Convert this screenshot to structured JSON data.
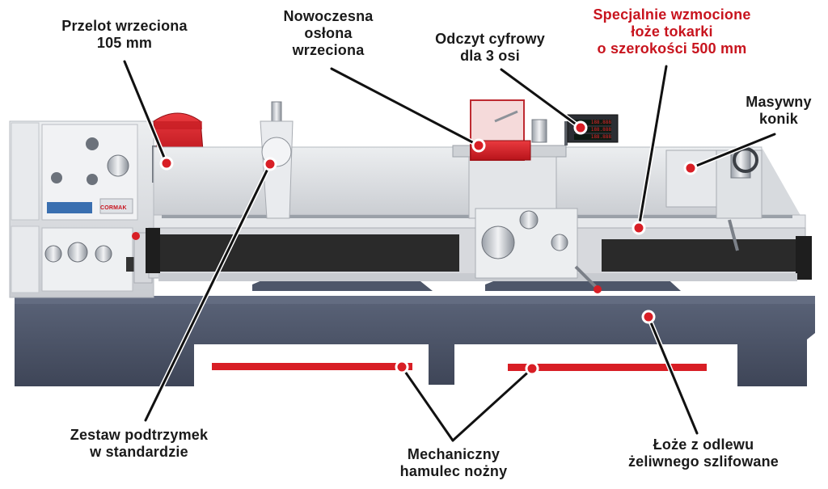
{
  "callouts": [
    {
      "id": "spindle-bore",
      "lines": [
        "Przelot wrzeciona",
        "105 mm"
      ]
    },
    {
      "id": "spindle-guard",
      "lines": [
        "Nowoczesna",
        "osłona",
        "wrzeciona"
      ]
    },
    {
      "id": "dro",
      "lines": [
        "Odczyt cyfrowy",
        "dla 3 osi"
      ]
    },
    {
      "id": "bed-width",
      "lines": [
        "Specjalnie wzmocione",
        "łoże tokarki",
        "o szerokości 500 mm"
      ],
      "highlight": true
    },
    {
      "id": "tailstock",
      "lines": [
        "Masywny",
        "konik"
      ]
    },
    {
      "id": "rests",
      "lines": [
        "Zestaw podtrzymek",
        "w standardzie"
      ]
    },
    {
      "id": "foot-brake",
      "lines": [
        "Mechaniczny",
        "hamulec nożny"
      ]
    },
    {
      "id": "cast-bed",
      "lines": [
        "Łoże z odlewu",
        "żeliwnego szlifowane"
      ]
    }
  ],
  "brand": "CORMAK",
  "dro_digits": [
    "188.888",
    "188.888",
    "188.888"
  ],
  "colors": {
    "accent": "#d81e25",
    "highlight_text": "#c8141e",
    "machine_body": "#d8dade",
    "base": "#4b5468",
    "bed_way": "#2a2a2a"
  }
}
